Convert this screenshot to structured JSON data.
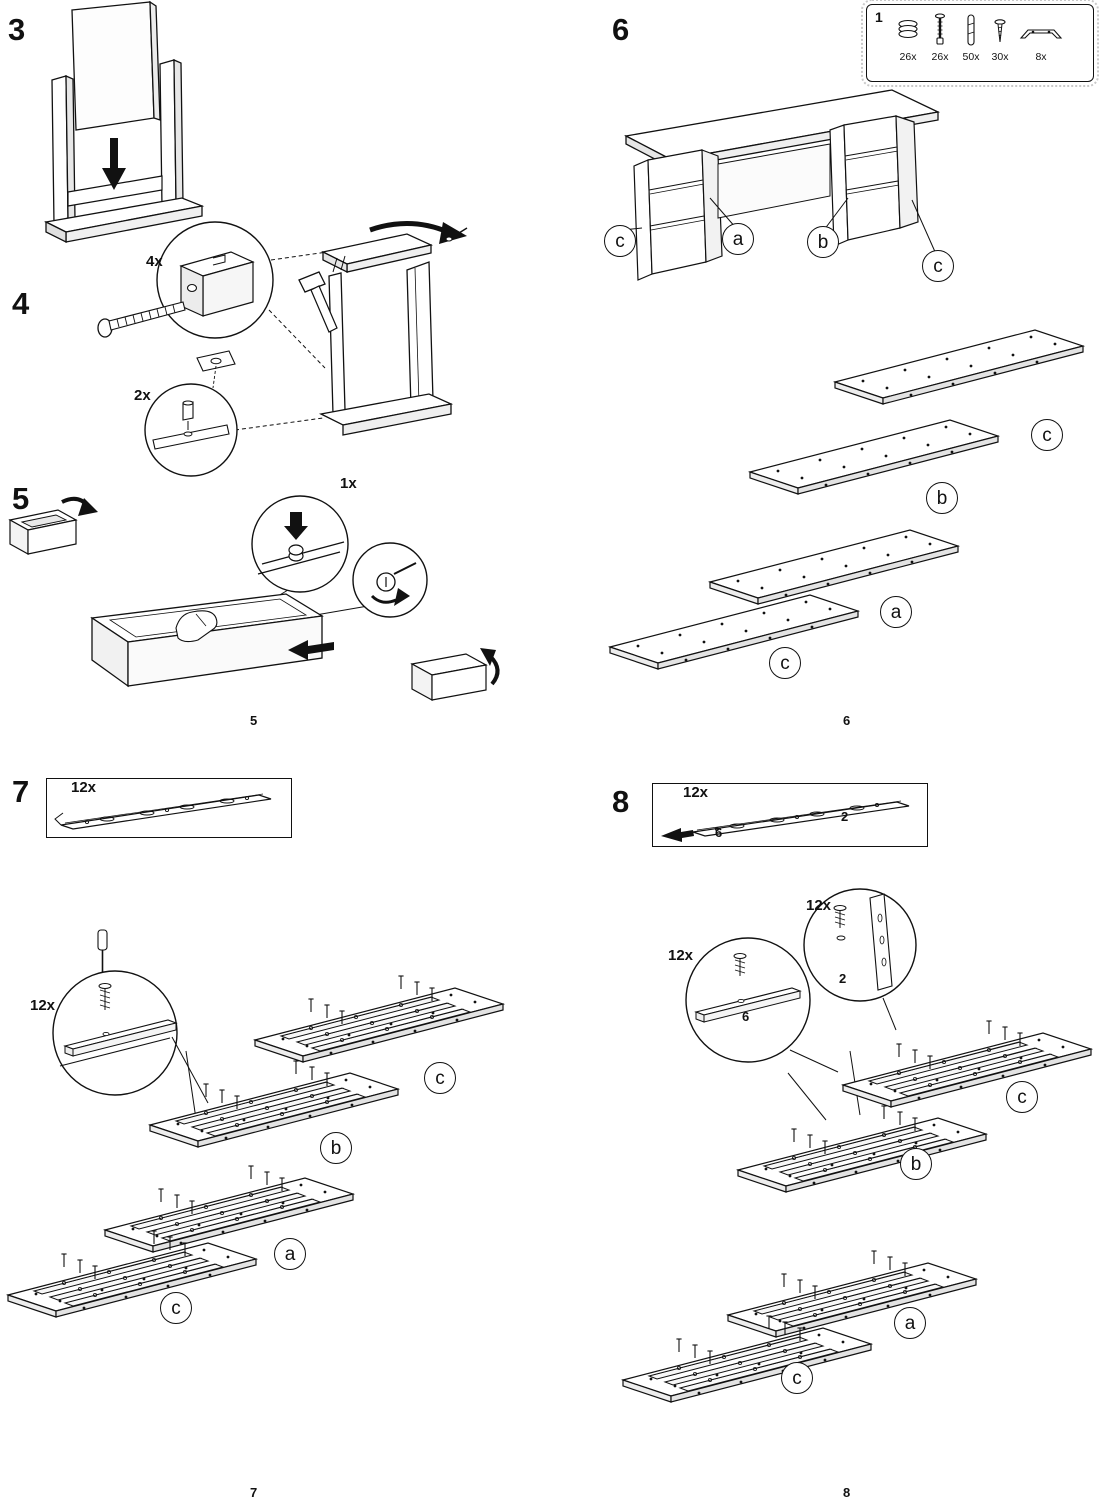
{
  "hardware_box": {
    "number": "1",
    "items": [
      {
        "icon": "cam-lock-icon",
        "qty": "26x"
      },
      {
        "icon": "cam-bolt-icon",
        "qty": "26x"
      },
      {
        "icon": "dowel-icon",
        "qty": "50x"
      },
      {
        "icon": "screw-icon",
        "qty": "30x"
      },
      {
        "icon": "rail-bracket-icon",
        "qty": "8x"
      }
    ]
  },
  "steps": {
    "s3": {
      "number": "3"
    },
    "s4": {
      "number": "4",
      "bolt_qty": "4x",
      "dowel_qty": "2x"
    },
    "s5": {
      "number": "5",
      "cam_qty": "1x",
      "page_number": "5"
    },
    "s6": {
      "number": "6",
      "desk_labels": [
        "c",
        "a",
        "b",
        "c"
      ],
      "panel_labels": [
        "c",
        "b",
        "a",
        "c"
      ],
      "page_number": "6"
    },
    "s7": {
      "number": "7",
      "rail_qty": "12x",
      "screw_qty": "12x",
      "panel_labels": [
        "c",
        "b",
        "a",
        "c"
      ],
      "page_number": "7"
    },
    "s8": {
      "number": "8",
      "rail_qty": "12x",
      "screw_qty_front": "12x",
      "screw_qty_back": "12x",
      "hole_front": "6",
      "hole_back": "2",
      "panel_labels": [
        "c",
        "b",
        "a",
        "c"
      ],
      "page_number": "8"
    }
  }
}
